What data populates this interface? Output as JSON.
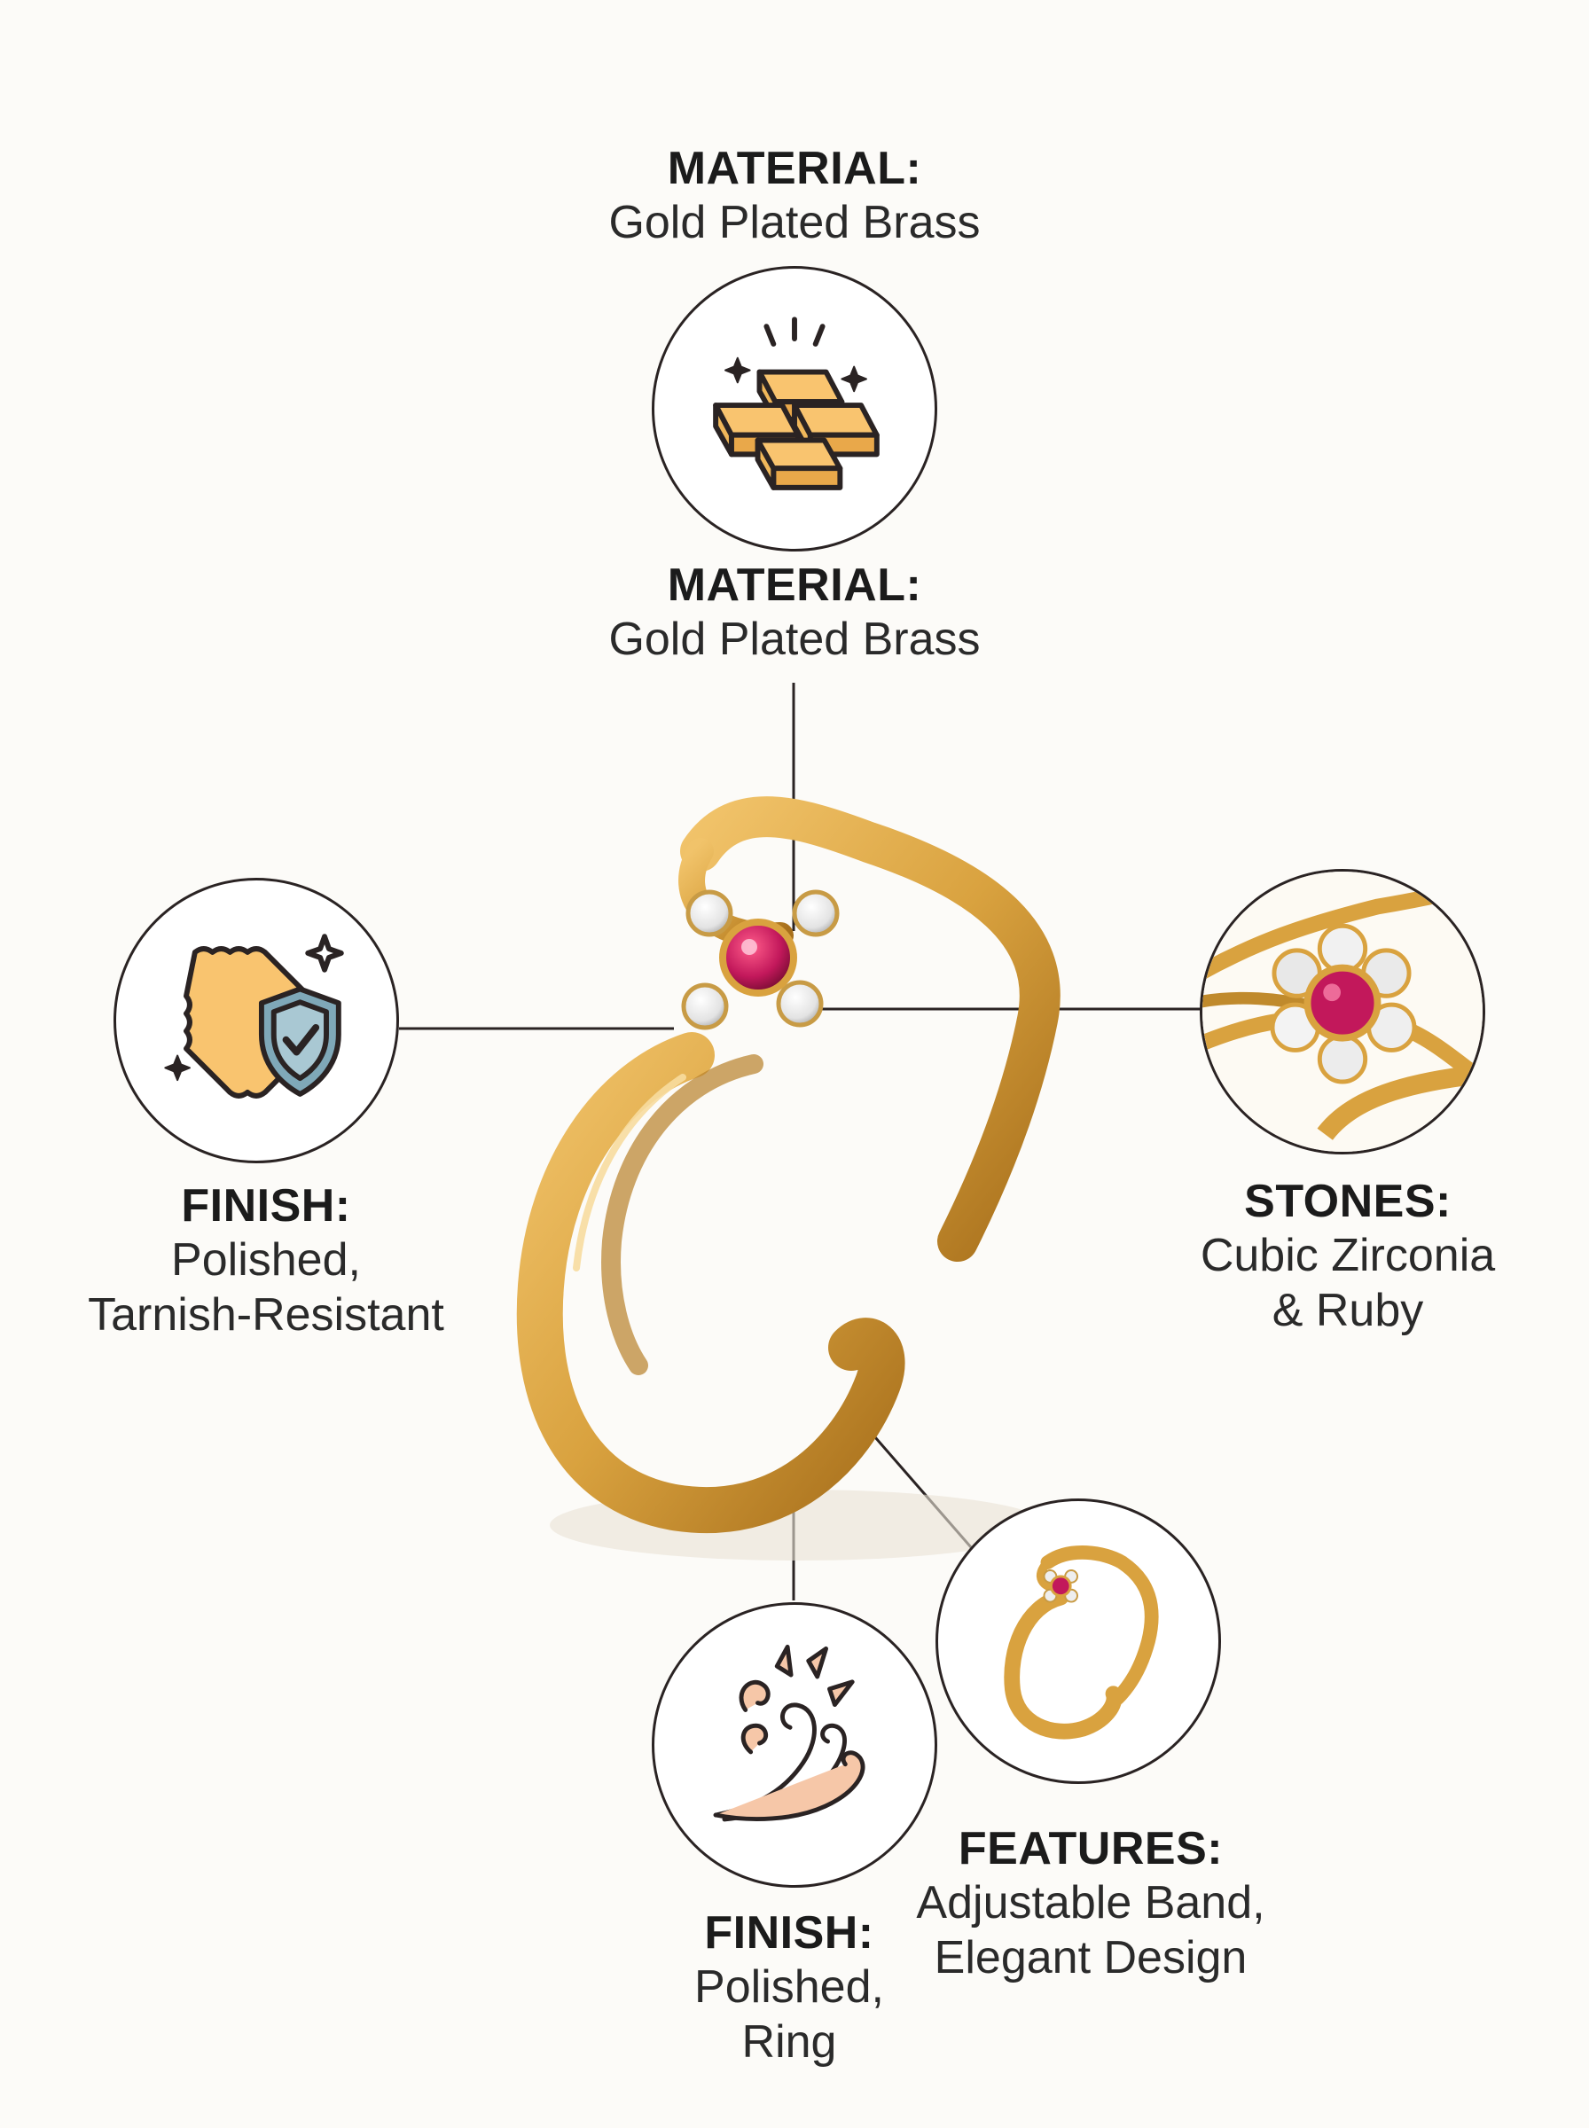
{
  "labels": {
    "material_top": {
      "head": "MATERIAL:",
      "body": "Gold Plated Brass"
    },
    "material_mid": {
      "head": "MATERIAL:",
      "body": "Gold Plated Brass"
    },
    "finish_left": {
      "head": "FINISH:",
      "body_lines": [
        "Polished,",
        "Tarnish-Resistant"
      ]
    },
    "stones": {
      "head": "STONES:",
      "body_lines": [
        "Cubic Zirconia",
        "& Ruby"
      ]
    },
    "features": {
      "head": "FEATURES:",
      "body_lines": [
        "Adjustable Band,",
        "Elegant Design"
      ]
    },
    "finish_bottom": {
      "head": "FINISH:",
      "body_lines": [
        "Polished,",
        "Ring"
      ]
    }
  },
  "icons": {
    "material": "gold-bars-icon",
    "finish_left": "polishing-cloth-shield-icon",
    "stones": "stone-closeup-icon",
    "features": "ring-thumbnail-icon",
    "finish_bottom": "swirl-ornament-icon"
  },
  "colors": {
    "background": "#fcfbf8",
    "line": "#2a2323",
    "gold": "#d9a23f",
    "gold_dark": "#b07a22",
    "ruby": "#c2185b",
    "shield": "#7fa8b8"
  }
}
